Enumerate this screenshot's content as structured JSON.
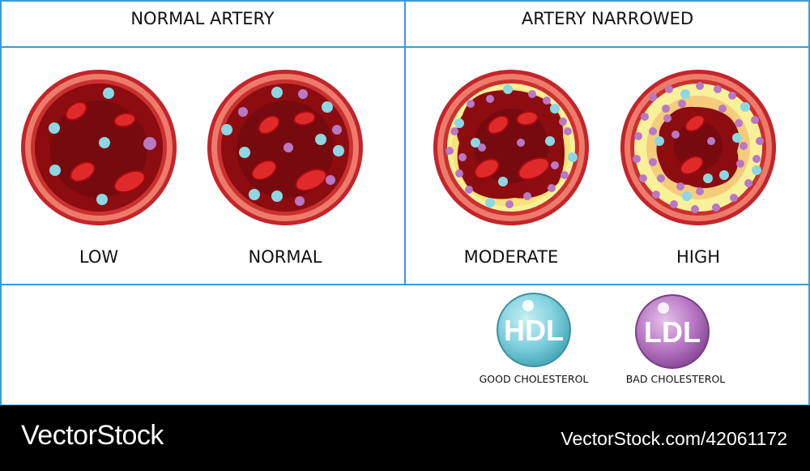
{
  "headers": {
    "normal": "NORMAL ARTERY",
    "narrowed": "ARTERY NARROWED"
  },
  "levels": {
    "low": "LOW",
    "normal": "NORMAL",
    "moderate": "MODERATE",
    "high": "HIGH"
  },
  "legend": {
    "hdl": {
      "badge": "HDL",
      "caption": "GOOD CHOLESTEROL",
      "color": "#7fd0de"
    },
    "ldl": {
      "badge": "LDL",
      "caption": "BAD CHOLESTEROL",
      "color": "#b878c4"
    }
  },
  "colors": {
    "frame": "#3c9ad6",
    "artery_wall": "#e8685c",
    "blood": "#8c0c10",
    "plaque": "#f9f19a"
  },
  "footer": {
    "brand": "VectorStock",
    "stock_id": "VectorStock.com/42061172"
  }
}
